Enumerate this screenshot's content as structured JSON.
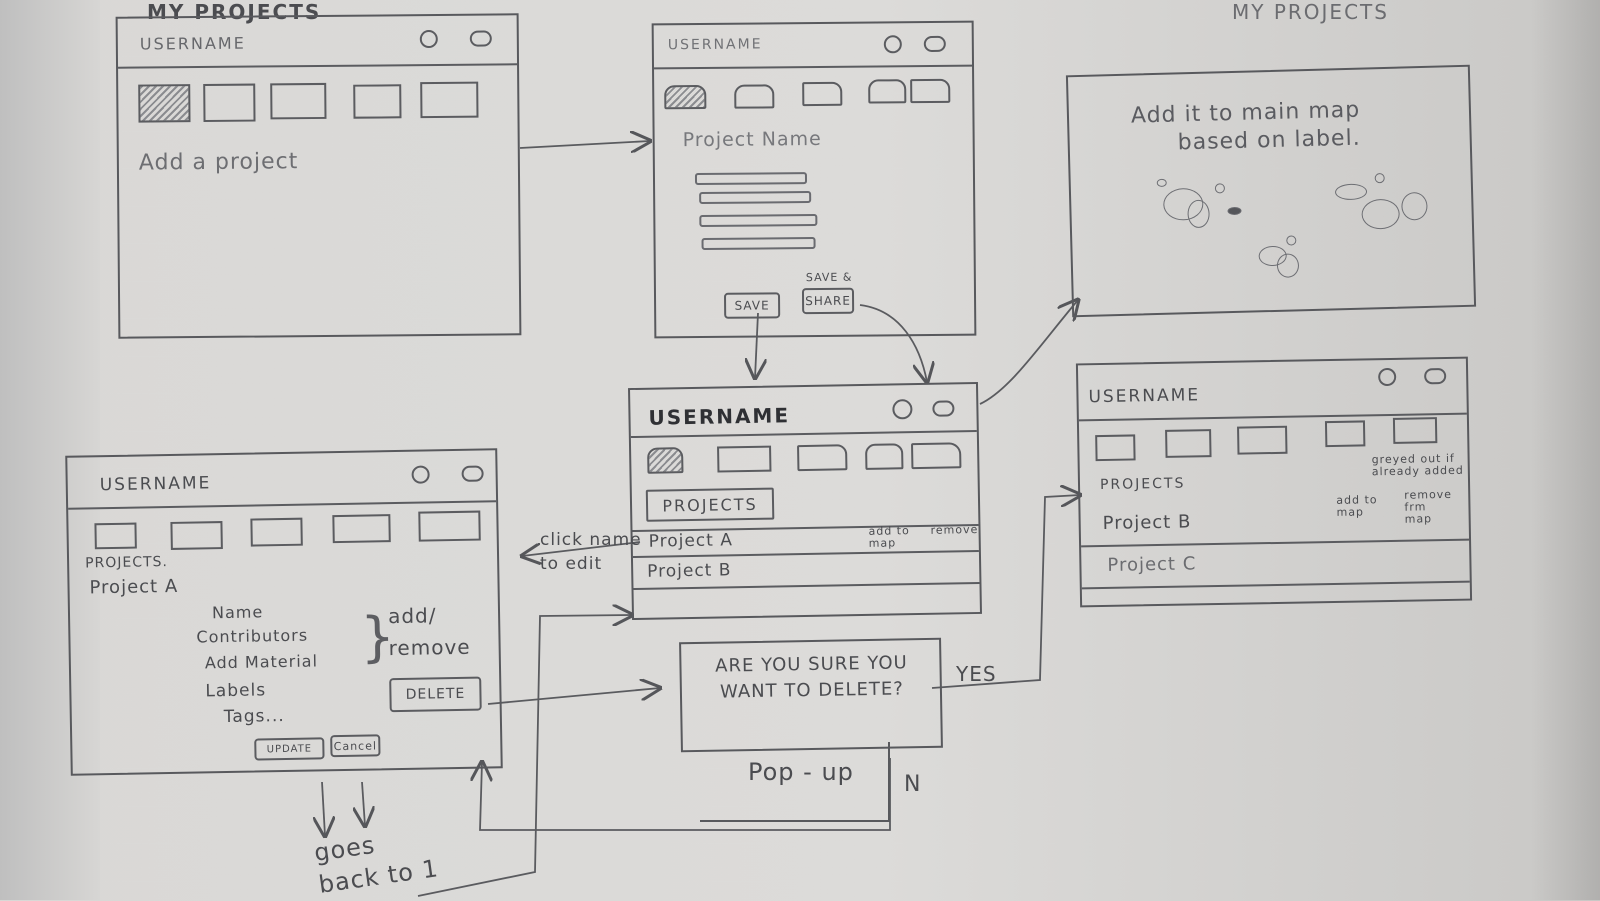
{
  "titles": {
    "left": "MY PROJECTS",
    "right": "MY PROJECTS"
  },
  "panels": {
    "p1": {
      "username": "USERNAME",
      "add_project": "Add a project"
    },
    "p2": {
      "username": "USERNAME",
      "project_name": "Project Name",
      "save": "SAVE",
      "save_and_share_top": "SAVE &",
      "save_and_share": "SHARE"
    },
    "p3": {
      "text_line1": "Add it to main map",
      "text_line2": "based on label."
    },
    "p4": {
      "username": "USERNAME",
      "projects": "PROJECTS",
      "project_a": "Project A",
      "project_b": "Project B",
      "add_to_map": "add to map",
      "remove": "remove"
    },
    "p5": {
      "username": "USERNAME",
      "projects": "PROJECTS",
      "project_b": "Project B",
      "project_c": "Project C",
      "add_to_map": "add to map",
      "remove_from_map": "remove frm map",
      "greyed_out": "greyed out if already added"
    },
    "p6": {
      "username": "USERNAME",
      "projects": "PROJECTS.",
      "project_a": "Project A",
      "field_name": "Name",
      "field_contributors": "Contributors",
      "field_material": "Add Material",
      "field_labels": "Labels",
      "field_tags": "Tags...",
      "add_remove": "add/ remove",
      "delete": "DELETE",
      "update": "UPDATE",
      "cancel": "Cancel"
    },
    "popup": {
      "text": "ARE YOU SURE YOU WANT TO DELETE?",
      "label": "Pop - up",
      "yes": "YES",
      "no": "N"
    }
  },
  "annotations": {
    "click_name": "click name to edit",
    "goes_back": "goes back to 1"
  }
}
